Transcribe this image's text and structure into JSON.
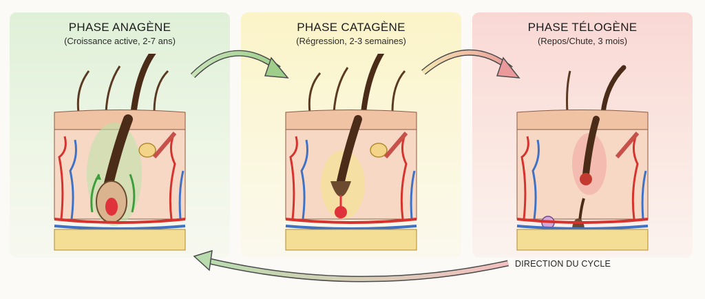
{
  "phases": [
    {
      "title": "PHASE ANAGÈNE",
      "subtitle": "(Croissance active, 2-7 ans)"
    },
    {
      "title": "PHASE CATAGÈNE",
      "subtitle": "(Régression, 2-3 semaines)"
    },
    {
      "title": "PHASE TÉLOGÈNE",
      "subtitle": "(Repos/Chute, 3 mois)"
    }
  ],
  "cycle_label": "DIRECTION DU CYCLE",
  "colors": {
    "anagen": "#dff0d8",
    "catagen": "#fbf4c8",
    "telogen": "#f9d8d4",
    "skin": "#f3c9ad",
    "hair": "#5a3a22",
    "artery": "#d6332e",
    "vein": "#3f72c6",
    "fat": "#f4dd95"
  }
}
